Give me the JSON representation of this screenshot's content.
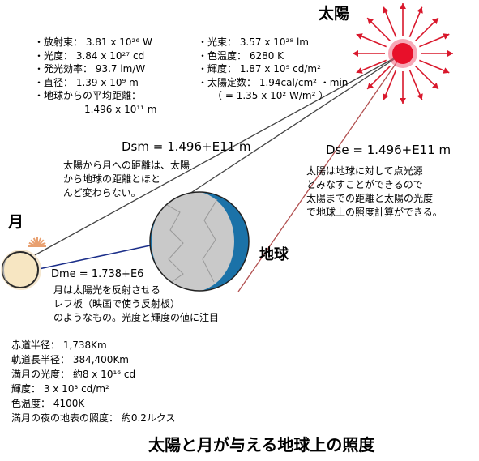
{
  "labels": {
    "sun": "太陽",
    "earth": "地球",
    "moon": "月",
    "footer_title": "太陽と月が与える地球上の照度"
  },
  "sun_specs_left": [
    "・放射束：  3.81 x 10²⁶ W",
    "・光度：  3.84 x 10²⁷ cd",
    "・発光効率：  93.7   lm/W",
    "・直径：  1.39 x 10⁹   m",
    "・地球からの平均距離：",
    "1.496 x 10¹¹ m"
  ],
  "sun_specs_right": [
    "・光束：  3.57 x 10²⁸  lm",
    "・色温度：   6280   K",
    "・輝度：  1.87 x 10⁹   cd/m²",
    "・太陽定数：   1.94cal/cm²  ・min",
    "（ = 1.35 x 10²  W/m² ）"
  ],
  "distances": {
    "dsm": "Dsm = 1.496+E11 m",
    "dse": "Dse = 1.496+E11 m",
    "dme": "Dme = 1.738+E6"
  },
  "notes": {
    "sun_moon": "太陽から月への距離は、太陽\nから地球の距離とほと\nんど変わらない。",
    "sun_earth": "太陽は地球に対して点光源\nとみなすことができるので\n太陽までの距離と太陽の光度\nで地球上の照度計算ができる。",
    "moon_reflector": "月は太陽光を反射させる\nレフ板（映画で使う反射板）\nのようなもの。光度と輝度の値に注目"
  },
  "moon_specs": [
    "赤道半径：   1,738Km",
    "軌道長半径：    384,400Km",
    "満月の光度：    約8 x 10¹⁶ cd",
    "輝度：   3 x 10³  cd/m²",
    "色温度：    4100K",
    "満月の夜の地表の照度：    約0.2ルクス"
  ],
  "colors": {
    "sun_core": "#e8102a",
    "sun_rays": "#d9182c",
    "earth_day": "#1b72a8",
    "earth_night": "#c9c9c9",
    "moon_bright": "#f7e6c2",
    "moon_rim": "#2a2a2a",
    "light_line": "#444444",
    "earth_moon_line": "#1c2f8a",
    "sun_earth_line": "#b25050"
  }
}
